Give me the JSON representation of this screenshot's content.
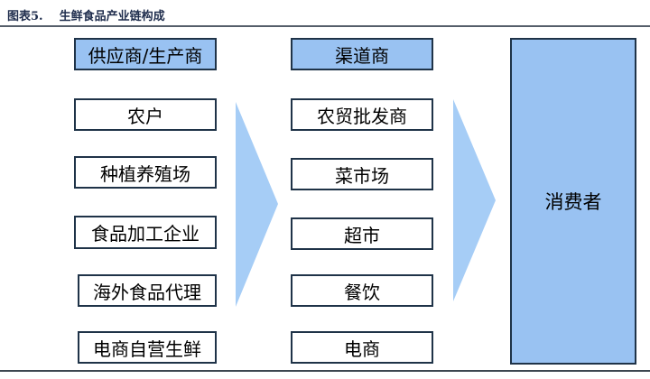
{
  "title": "图表5.    生鲜食品产业链构成",
  "colors": {
    "header_fill": "#99c2f2",
    "arrow_fill": "#a6cdf6",
    "border": "#1f3348"
  },
  "columns": {
    "suppliers": {
      "header": "供应商/生产商",
      "items": [
        "农户",
        "种植养殖场",
        "食品加工企业",
        "海外食品代理",
        "电商自营生鲜"
      ]
    },
    "channels": {
      "header": "渠道商",
      "items": [
        "农贸批发商",
        "菜市场",
        "超市",
        "餐饮",
        "电商"
      ]
    },
    "consumer": {
      "label": "消费者"
    }
  }
}
